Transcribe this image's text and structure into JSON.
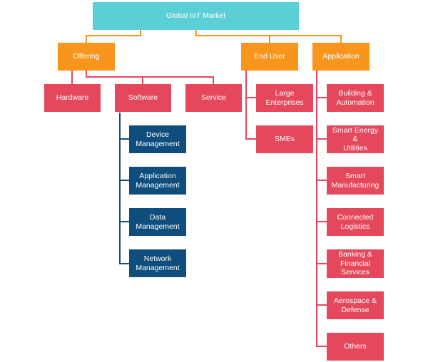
{
  "root": {
    "label": "Global IoT Market"
  },
  "categories": {
    "offering": "Offering",
    "end_user": "End User",
    "application": "Application"
  },
  "offering": {
    "hardware": "Hardware",
    "software": "Software",
    "service": "Service"
  },
  "software_items": [
    "Device\nManagement",
    "Application\nManagement",
    "Data\nManagement",
    "Network\nManagement"
  ],
  "end_user_items": [
    "Large Enterprises",
    "SMEs"
  ],
  "application_items": [
    "Building &\nAutomation",
    "Smart Energy &\nUtilities",
    "Smart\nManufacturing",
    "Connected\nLogistics",
    "Banking &\nFinancial\nServices",
    "Aerospace &\nDefense",
    "Others"
  ],
  "colors": {
    "root": "#5bcfd6",
    "category": "#f8951d",
    "leaf": "#e5475c",
    "software_leaf": "#0e4d7c"
  }
}
